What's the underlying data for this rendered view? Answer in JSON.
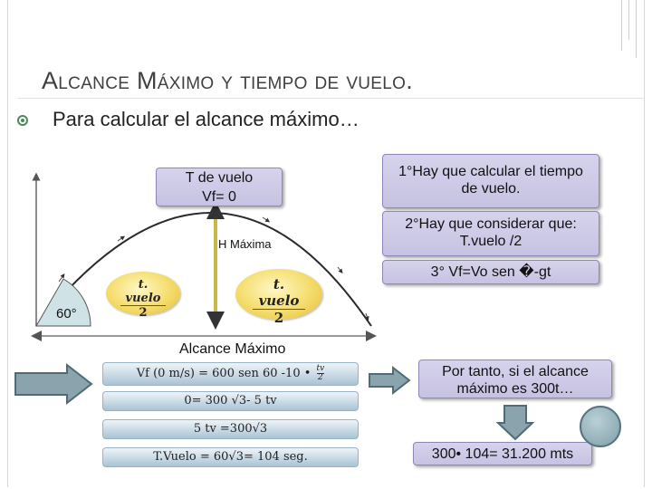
{
  "slide": {
    "title": "Alcance Máximo y tiempo de vuelo.",
    "subtitle": "Para calcular el alcance máximo…"
  },
  "diagram": {
    "top_box": "T de vuelo\nVf= 0",
    "h_max_label": "H Máxima",
    "t_vuelo_num": "t. vuelo",
    "t_vuelo_den": "2",
    "angle_label": "60°",
    "range_label": "Alcance Máximo"
  },
  "steps": {
    "step1": "1°Hay que calcular el tiempo de vuelo.",
    "step2": "2°Hay que considerar que: T.vuelo /2",
    "step3": "3° Vf=Vo sen �-gt"
  },
  "equations": {
    "eq1": "Vf (0 m/s) = 600 sen 60 -10 •",
    "eq1_frac_num": "tv",
    "eq1_frac_den": "2",
    "eq2": "0= 300 √3- 5 tv",
    "eq3": "5 tv =300√3",
    "eq4": "T.Vuelo = 60√3= 104 seg."
  },
  "conclusion": {
    "text": "Por tanto, si el alcance máximo es 300t…",
    "result": "300• 104= 31.200 mts"
  },
  "colors": {
    "purple_box": "#cbc7e6",
    "arrow_fill": "#8aa3ad",
    "arrow_stroke": "#4f6b75",
    "trajectory": "#2a2a2a",
    "vertical_bar": "#c8b84a",
    "range_line": "#9a9a9a"
  }
}
